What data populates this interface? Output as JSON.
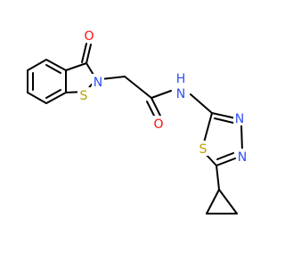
{
  "colors": {
    "bond": "#000000",
    "oxygen": "#FF0D0D",
    "nitrogen": "#3050F8",
    "sulfur": "#B8A000",
    "carbon": "#000000",
    "background": "#FFFFFF"
  },
  "atoms": {
    "o_ketone": "O",
    "n_ring": "N",
    "s_ring": "S",
    "o_amide": "O",
    "nh": "H",
    "n_amide": "N",
    "n_thiadiazole_1": "N",
    "n_thiadiazole_2": "N",
    "s_thiadiazole": "S"
  }
}
